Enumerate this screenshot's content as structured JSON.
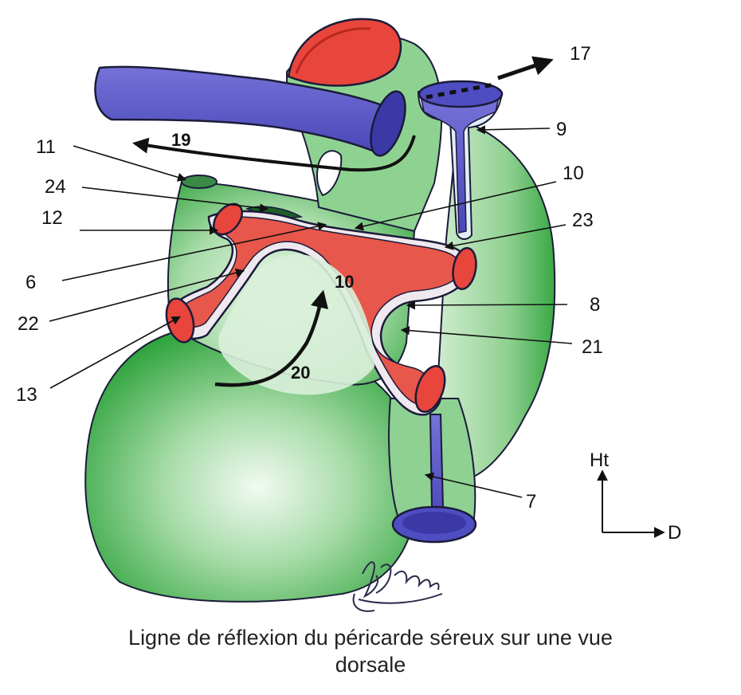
{
  "colors": {
    "pericardium": "#3fb34a",
    "pericardium_light": "#e9f5ea",
    "artery": "#e8453c",
    "vein": "#5a58c8",
    "outline": "#1b1b3a"
  },
  "labels": {
    "l17": "17",
    "l9": "9",
    "l11": "11",
    "l19": "19",
    "l10a": "10",
    "l24": "24",
    "l12": "12",
    "l23": "23",
    "l6": "6",
    "l10b": "10",
    "l8": "8",
    "l22": "22",
    "l21": "21",
    "l13": "13",
    "l20": "20",
    "l7": "7"
  },
  "orientation": {
    "up": "Ht",
    "right": "D"
  },
  "caption": {
    "line1": "Ligne de réflexion du péricarde séreux sur une vue",
    "line2": "dorsale"
  }
}
